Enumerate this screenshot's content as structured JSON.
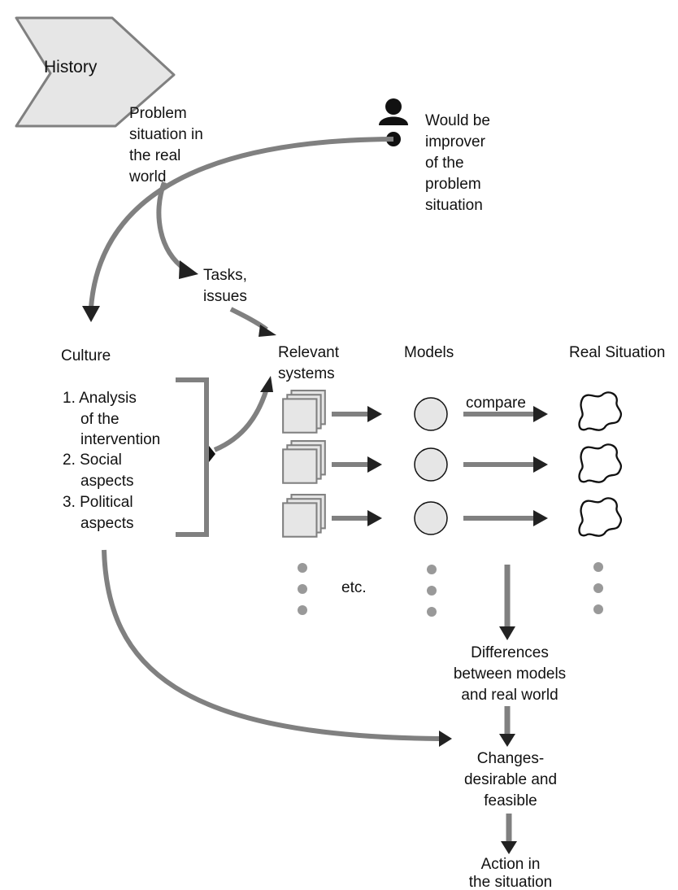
{
  "history_label": "History",
  "problem_situation": [
    "Problem",
    "situation in",
    "the real",
    "world"
  ],
  "improver": [
    "Would be",
    "improver",
    "of the",
    "problem",
    "situation"
  ],
  "tasks_issues": [
    "Tasks,",
    "issues"
  ],
  "culture": {
    "title": "Culture",
    "items": [
      "1. Analysis",
      "of the",
      "intervention",
      "2. Social",
      "aspects",
      "3. Political",
      "aspects"
    ]
  },
  "columns": {
    "relevant_systems": [
      "Relevant",
      "systems"
    ],
    "models": "Models",
    "real_situation": "Real Situation"
  },
  "compare_label": "compare",
  "etc_label": "etc.",
  "differences": [
    "Differences",
    "between models",
    "and real world"
  ],
  "changes": [
    "Changes-",
    "desirable and",
    "feasible"
  ],
  "action": [
    "Action in",
    "the situation"
  ],
  "icons": [
    "history-arrow-icon",
    "person-icon",
    "document-stack-icon",
    "model-circle-icon",
    "real-situation-blob-icon"
  ],
  "colors": {
    "stroke": "#808080",
    "arrowhead": "#222222",
    "fill": "#e6e6e6",
    "text": "#111111"
  }
}
